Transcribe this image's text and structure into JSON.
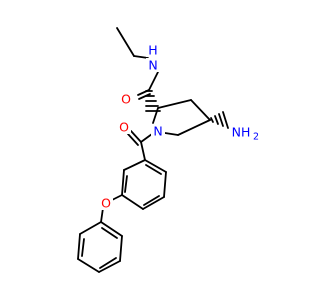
{
  "molecule": {
    "atoms": [
      {
        "id": "N_amide",
        "label": "N",
        "color": "#0000ff"
      },
      {
        "id": "H_amide",
        "label": "H",
        "color": "#0000ff"
      },
      {
        "id": "O_amide",
        "label": "O",
        "color": "#ff0000"
      },
      {
        "id": "N_ring",
        "label": "N",
        "color": "#0000ff"
      },
      {
        "id": "N_amino",
        "label": "NH",
        "color": "#0000ff"
      },
      {
        "id": "N_amino_sub",
        "label": "2",
        "color": "#0000ff"
      },
      {
        "id": "O_carbonyl",
        "label": "O",
        "color": "#ff0000"
      },
      {
        "id": "O_ether",
        "label": "O",
        "color": "#ff0000"
      }
    ],
    "stereo": [
      {
        "center": "C2",
        "type": "hashed-wedge"
      },
      {
        "center": "C4",
        "type": "hashed-wedge"
      }
    ]
  }
}
